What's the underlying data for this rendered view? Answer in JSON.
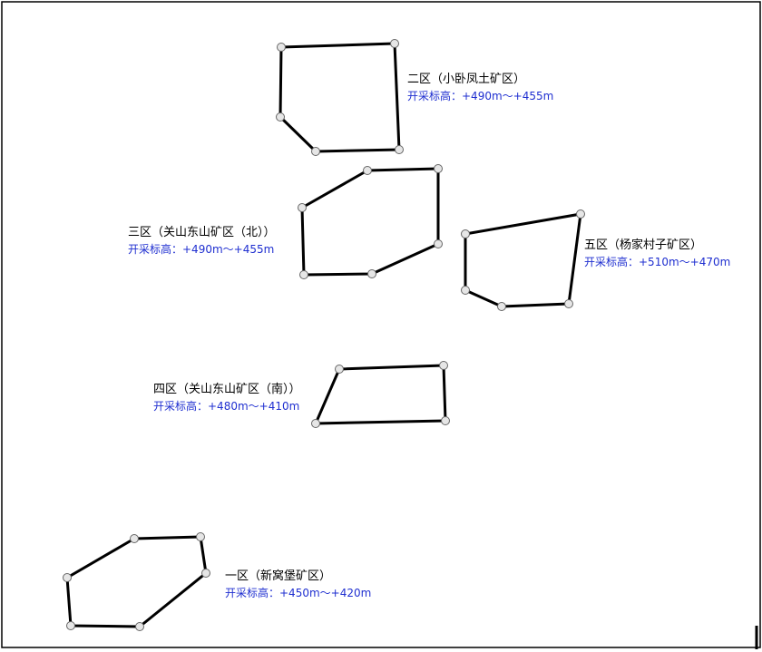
{
  "diagram": {
    "line_color": "#000000",
    "vertex_stroke": "#666666",
    "vertex_fill": "#e6e6e6",
    "elevation_text_color": "#1f2fd0",
    "zones": [
      {
        "id": "zone-2",
        "name": "二区（小卧凤土矿区）",
        "elevation": "开采标高：+490m～+455m"
      },
      {
        "id": "zone-3",
        "name": "三区（关山东山矿区（北））",
        "elevation": "开采标高：+490m～+455m"
      },
      {
        "id": "zone-5",
        "name": "五区（杨家村子矿区）",
        "elevation": "开采标高：+510m～+470m"
      },
      {
        "id": "zone-4",
        "name": "四区（关山东山矿区（南））",
        "elevation": "开采标高：+480m～+410m"
      },
      {
        "id": "zone-1",
        "name": "一区（新窝堡矿区）",
        "elevation": "开采标高：+450m～+420m"
      }
    ]
  }
}
